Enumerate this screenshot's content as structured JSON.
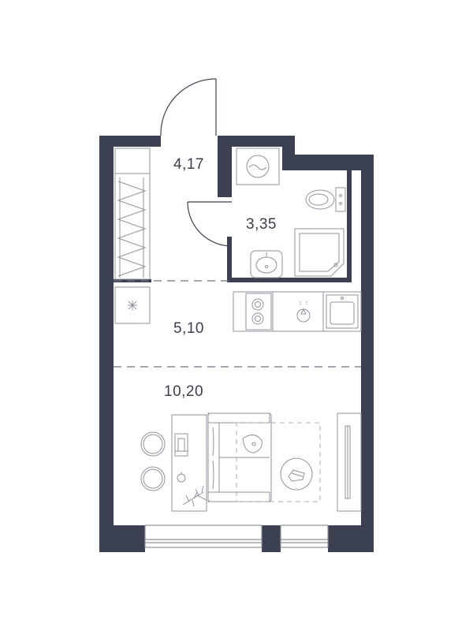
{
  "colors": {
    "wall": "#3b4150",
    "line": "#8f939c",
    "text": "#3a3f4b",
    "background": "#ffffff"
  },
  "rooms": [
    {
      "id": "hall",
      "area": "4,17"
    },
    {
      "id": "bathroom",
      "area": "3,35"
    },
    {
      "id": "kitchen",
      "area": "5,10"
    },
    {
      "id": "living",
      "area": "10,20"
    }
  ],
  "icons": [
    "washing-machine-icon",
    "toilet-icon",
    "shower-icon",
    "sink-icon",
    "stove-icon",
    "kitchen-sink-icon",
    "sofa-icon",
    "table-icon",
    "plant-icon",
    "tv-icon",
    "wardrobe-icon"
  ]
}
